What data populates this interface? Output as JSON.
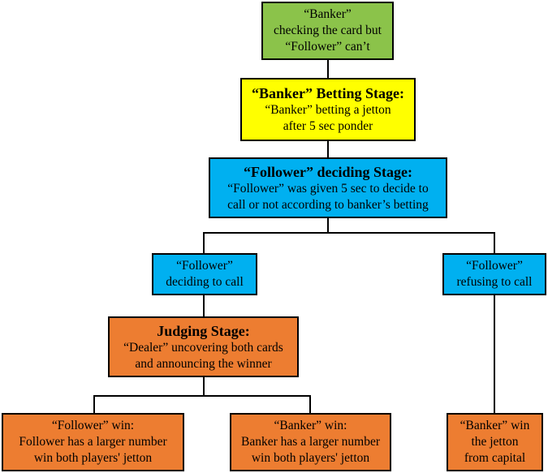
{
  "colors": {
    "green": "#8bc34a",
    "yellow": "#ffff00",
    "blue": "#00b0f0",
    "orange": "#ed7d31",
    "lines": "#000000"
  },
  "nodes": {
    "start": {
      "lines": [
        "“Banker”",
        "checking the card but",
        "“Follower”  can’t"
      ]
    },
    "betting": {
      "title": "“Banker” Betting Stage:",
      "lines": [
        "“Banker” betting a jetton",
        "after 5 sec ponder"
      ]
    },
    "deciding": {
      "title": "“Follower” deciding Stage:",
      "lines": [
        "“Follower” was given 5 sec to decide to",
        "call or not according to banker’s betting"
      ]
    },
    "call": {
      "lines": [
        "“Follower”",
        "deciding to call"
      ]
    },
    "refuse": {
      "lines": [
        "“Follower”",
        "refusing to call"
      ]
    },
    "judging": {
      "title": "Judging Stage:",
      "lines": [
        "“Dealer” uncovering both cards",
        "and announcing the winner"
      ]
    },
    "follower_win": {
      "lines": [
        "“Follower” win:",
        "Follower has a larger number",
        "win both players' jetton"
      ]
    },
    "banker_win": {
      "lines": [
        "“Banker” win:",
        "Banker has a larger number",
        "win both players' jetton"
      ]
    },
    "banker_capital": {
      "lines": [
        "“Banker” win",
        "the jetton",
        "from capital"
      ]
    }
  }
}
